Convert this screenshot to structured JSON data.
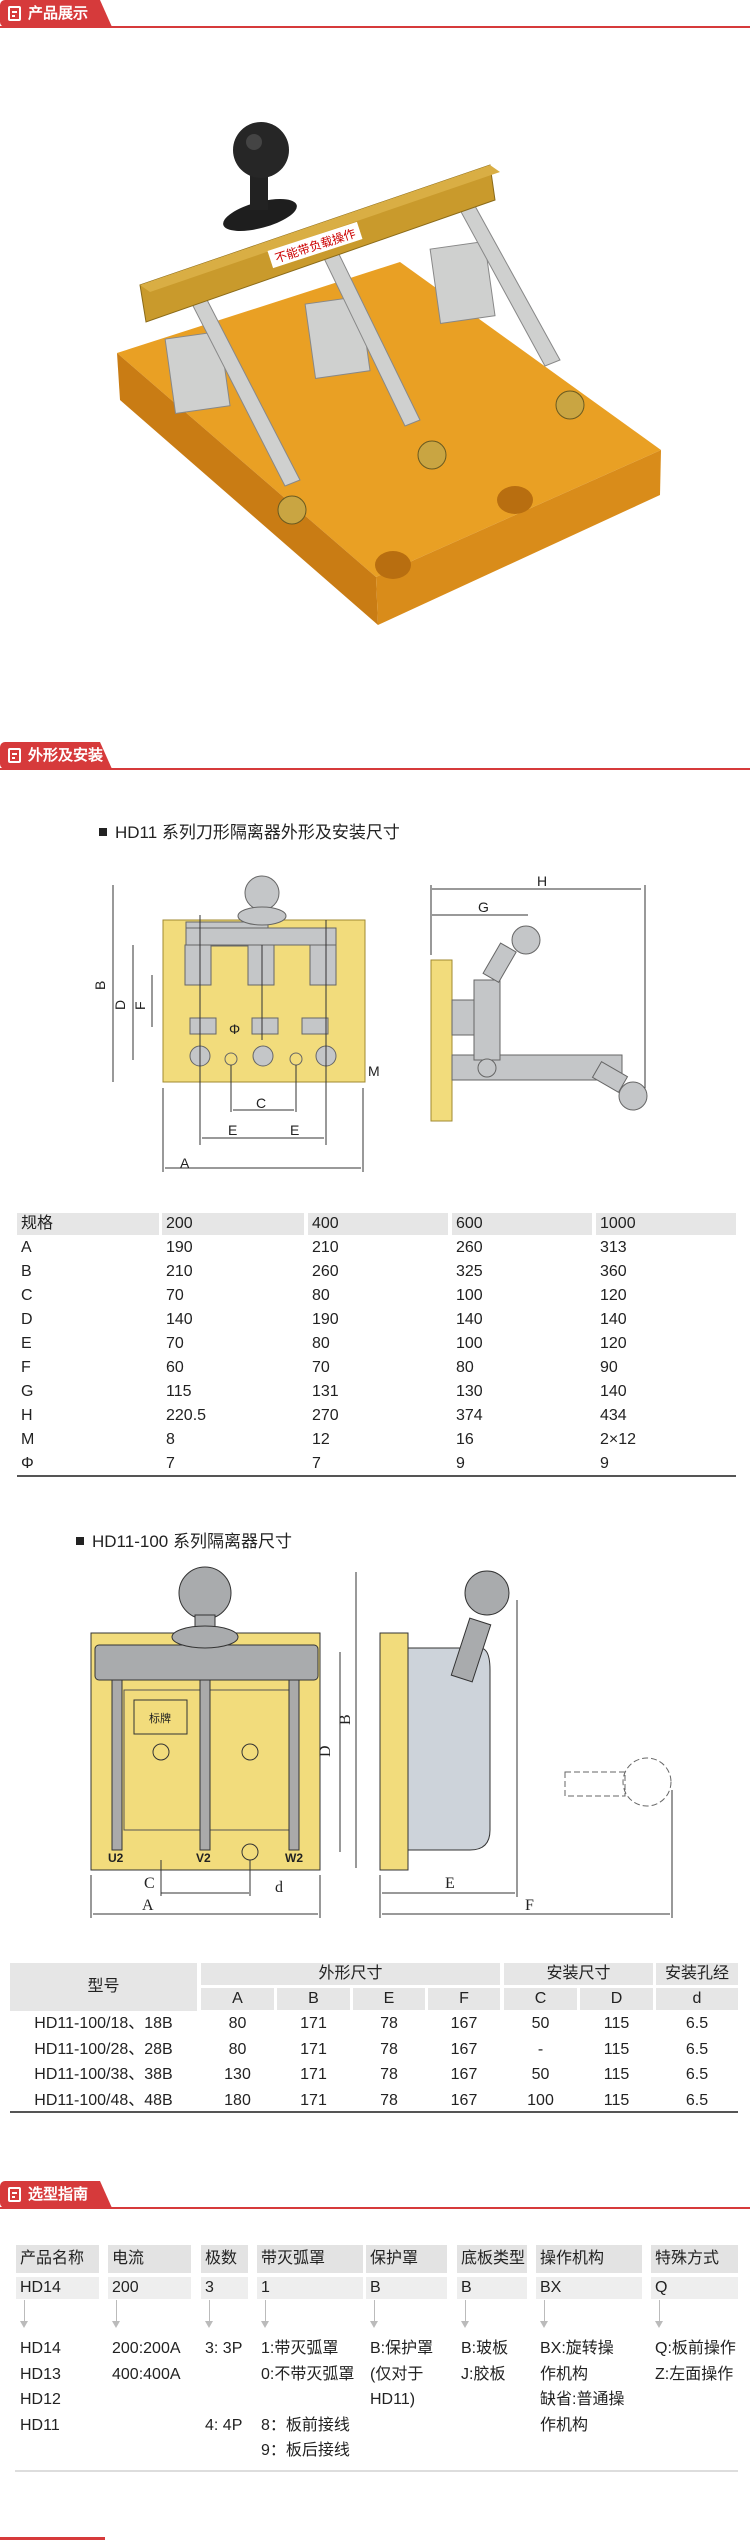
{
  "sections": {
    "product_display": "产品展示",
    "dimensions": "外形及安装尺寸",
    "selection_guide": "选型指南"
  },
  "photo": {
    "label_on_handle": "不能带负载操作"
  },
  "hd11": {
    "title": "HD11 系列刀形隔离器外形及安装尺寸",
    "diagram_labels": [
      "A",
      "B",
      "C",
      "D",
      "E",
      "E",
      "F",
      "G",
      "H",
      "M",
      "Φ"
    ],
    "table": {
      "header": [
        "规格",
        "200",
        "400",
        "600",
        "1000"
      ],
      "rows": [
        [
          "A",
          "190",
          "210",
          "260",
          "313"
        ],
        [
          "B",
          "210",
          "260",
          "325",
          "360"
        ],
        [
          "C",
          "70",
          "80",
          "100",
          "120"
        ],
        [
          "D",
          "140",
          "190",
          "140",
          "140"
        ],
        [
          "E",
          "70",
          "80",
          "100",
          "120"
        ],
        [
          "F",
          "60",
          "70",
          "80",
          "90"
        ],
        [
          "G",
          "115",
          "131",
          "130",
          "140"
        ],
        [
          "H",
          "220.5",
          "270",
          "374",
          "434"
        ],
        [
          "M",
          "8",
          "12",
          "16",
          "2×12"
        ],
        [
          "Φ",
          "7",
          "7",
          "9",
          "9"
        ]
      ]
    }
  },
  "hd11_100": {
    "title": "HD11-100 系列隔离器尺寸",
    "diagram_labels": {
      "A": "A",
      "B": "B",
      "C": "C",
      "D": "D",
      "E": "E",
      "F": "F",
      "d": "d",
      "u2": "U2",
      "v2": "V2",
      "w2": "W2",
      "nameplate": "标牌"
    },
    "table": {
      "model_header": "型号",
      "group_outline": "外形尺寸",
      "group_install": "安装尺寸",
      "group_hole": "安装孔经",
      "sub_headers": [
        "A",
        "B",
        "E",
        "F",
        "C",
        "D",
        "d"
      ],
      "rows": [
        [
          "HD11-100/18、18B",
          "80",
          "171",
          "78",
          "167",
          "50",
          "115",
          "6.5"
        ],
        [
          "HD11-100/28、28B",
          "80",
          "171",
          "78",
          "167",
          "-",
          "115",
          "6.5"
        ],
        [
          "HD11-100/38、38B",
          "130",
          "171",
          "78",
          "167",
          "50",
          "115",
          "6.5"
        ],
        [
          "HD11-100/48、48B",
          "180",
          "171",
          "78",
          "167",
          "100",
          "115",
          "6.5"
        ]
      ]
    }
  },
  "selection": {
    "columns": [
      {
        "header": "产品名称",
        "example": "HD14",
        "options": "HD14\nHD13\nHD12\nHD11"
      },
      {
        "header": "电流",
        "example": "200",
        "options": "200:200A\n400:400A"
      },
      {
        "header": "极数",
        "example": "3",
        "options": "3: 3P\n\n\n4: 4P"
      },
      {
        "header": "带灭弧罩",
        "example": "1",
        "options": "1:带灭弧罩\n0:不带灭弧罩\n\n8：板前接线\n9：板后接线"
      },
      {
        "header": "保护罩",
        "example": "B",
        "options": "B:保护罩\n(仅对于\nHD11)"
      },
      {
        "header": "底板类型",
        "example": "B",
        "options": "B:玻板\nJ:胶板"
      },
      {
        "header": "操作机构",
        "example": "BX",
        "options": "BX:旋转操\n作机构\n缺省:普通操\n作机构"
      },
      {
        "header": "特殊方式",
        "example": "Q",
        "options": "Q:板前操作\nZ:左面操作"
      }
    ]
  },
  "colors": {
    "accent": "#d63a3b",
    "plate": "#f2dc7c",
    "metal": "#c4c6c8",
    "base": "#e8a12a"
  }
}
